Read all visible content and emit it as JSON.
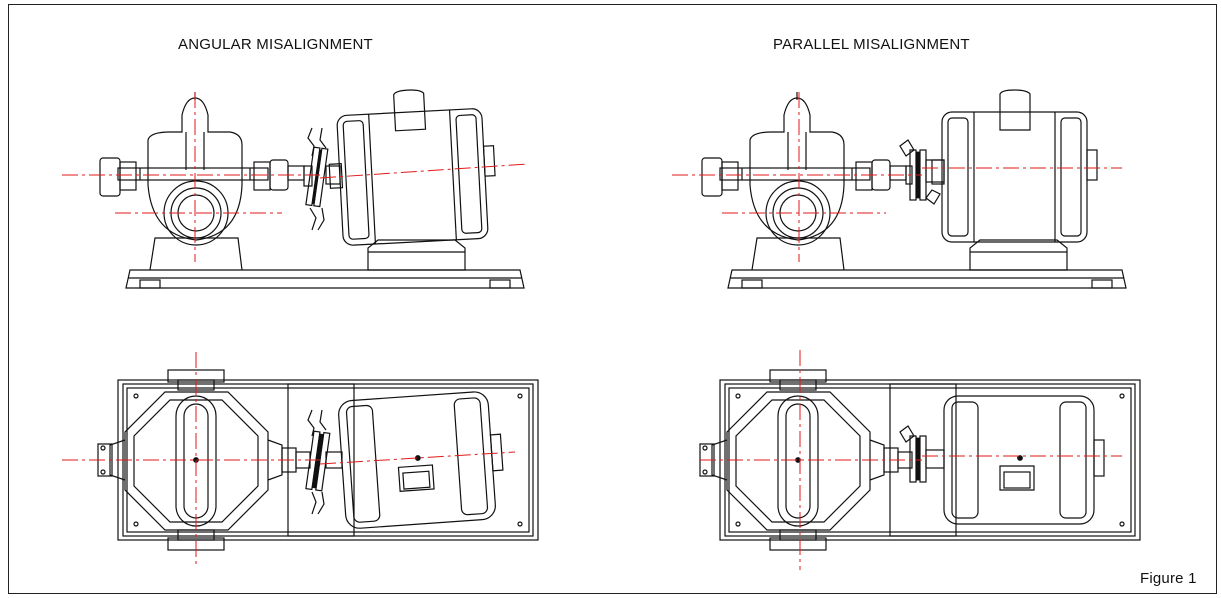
{
  "titles": {
    "left": "ANGULAR MISALIGNMENT",
    "right": "PARALLEL MISALIGNMENT"
  },
  "figure_label": "Figure 1",
  "colors": {
    "line": "#111111",
    "centerline": "#e01a1a",
    "background": "#ffffff"
  }
}
